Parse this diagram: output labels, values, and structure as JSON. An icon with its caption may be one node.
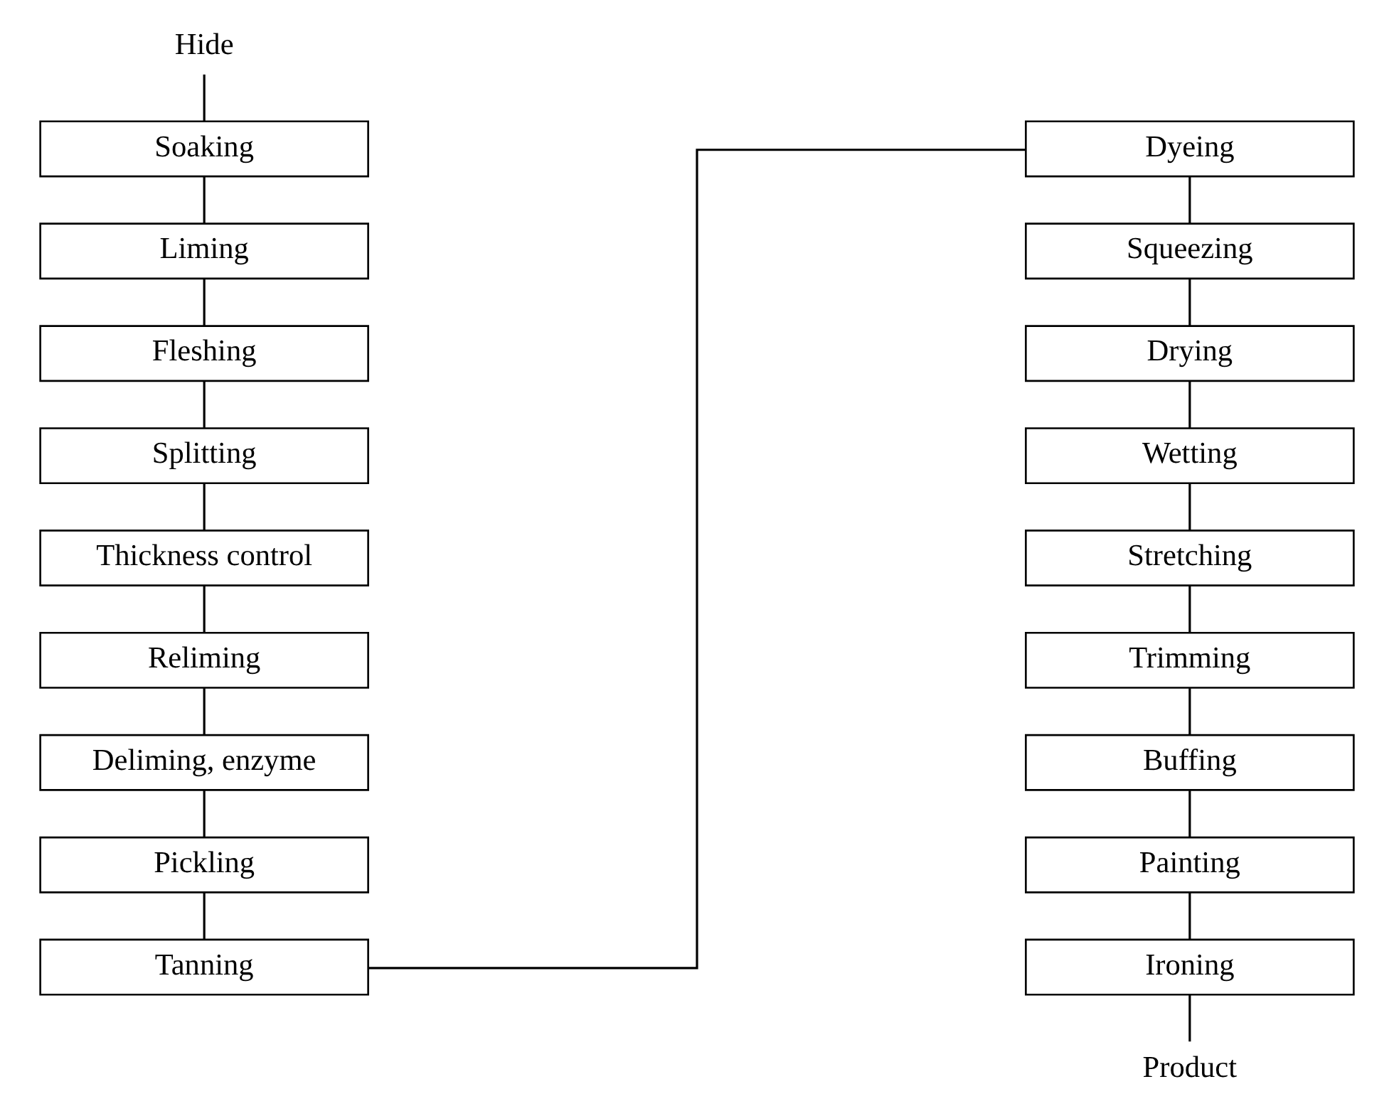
{
  "diagram": {
    "nodes": [
      {
        "text": [
          "Hide"
        ]
      },
      {
        "text": [
          "Soaking"
        ]
      },
      {
        "text": [
          "Liming"
        ]
      },
      {
        "text": [
          "Fleshing"
        ]
      },
      {
        "text": [
          "Splitting"
        ]
      },
      {
        "text": [
          "Thickness control"
        ]
      },
      {
        "text": [
          "Reliming"
        ]
      },
      {
        "text": [
          "Deliming, enzyme"
        ]
      },
      {
        "text": [
          "Pickling"
        ]
      },
      {
        "text": [
          "Tanning"
        ]
      },
      {
        "text": [
          "Dyeing"
        ]
      },
      {
        "text": [
          "Squeezing"
        ]
      },
      {
        "text": [
          "Drying"
        ]
      },
      {
        "text": [
          "Wetting"
        ]
      },
      {
        "text": [
          "Stretching"
        ]
      },
      {
        "text": [
          "Trimming"
        ]
      },
      {
        "text": [
          "Buffing"
        ]
      },
      {
        "text": [
          "Painting"
        ]
      },
      {
        "text": [
          "Ironing"
        ]
      },
      {
        "text": [
          "Product"
        ]
      }
    ],
    "edges": [
      {
        "from": 0,
        "to": 1,
        "arrow": "none"
      },
      {
        "from": 1,
        "to": 2,
        "arrow": "none"
      },
      {
        "from": 2,
        "to": 3,
        "arrow": "none"
      },
      {
        "from": 3,
        "to": 4,
        "arrow": "none"
      },
      {
        "from": 4,
        "to": 5,
        "arrow": "none"
      },
      {
        "from": 5,
        "to": 6,
        "arrow": "none"
      },
      {
        "from": 6,
        "to": 7,
        "arrow": "none"
      },
      {
        "from": 7,
        "to": 8,
        "arrow": "none"
      },
      {
        "from": 8,
        "to": 9,
        "arrow": "none"
      },
      {
        "from": 9,
        "to": 10,
        "arrow": "none"
      },
      {
        "from": 10,
        "to": 11,
        "arrow": "none"
      },
      {
        "from": 11,
        "to": 12,
        "arrow": "none"
      },
      {
        "from": 12,
        "to": 13,
        "arrow": "none"
      },
      {
        "from": 13,
        "to": 14,
        "arrow": "none"
      },
      {
        "from": 14,
        "to": 15,
        "arrow": "none"
      },
      {
        "from": 15,
        "to": 16,
        "arrow": "none"
      },
      {
        "from": 16,
        "to": 17,
        "arrow": "none"
      },
      {
        "from": 17,
        "to": 18,
        "arrow": "none"
      },
      {
        "from": 18,
        "to": 19,
        "arrow": "none"
      }
    ]
  }
}
